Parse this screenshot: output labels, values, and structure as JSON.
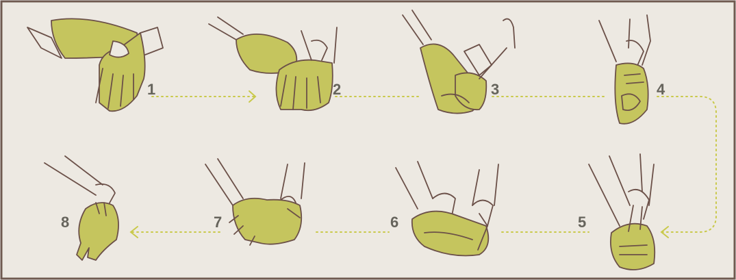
{
  "colors": {
    "background": "#ede9e2",
    "frame": "#6f5a50",
    "glove": "#c5c55e",
    "outline": "#6b5048",
    "number": "#66645c",
    "arrow": "#c9c94a"
  },
  "steps": [
    {
      "number": "1",
      "icon": "hands-pinch-glove-cuff-icon"
    },
    {
      "number": "2",
      "icon": "hands-peel-glove-icon"
    },
    {
      "number": "3",
      "icon": "hands-glove-inside-out-icon"
    },
    {
      "number": "4",
      "icon": "hand-hold-removed-glove-icon"
    },
    {
      "number": "5",
      "icon": "hands-finger-under-cuff-icon"
    },
    {
      "number": "6",
      "icon": "hands-peel-second-glove-icon"
    },
    {
      "number": "7",
      "icon": "hands-glove-bundle-icon"
    },
    {
      "number": "8",
      "icon": "hand-dispose-gloves-icon"
    }
  ]
}
